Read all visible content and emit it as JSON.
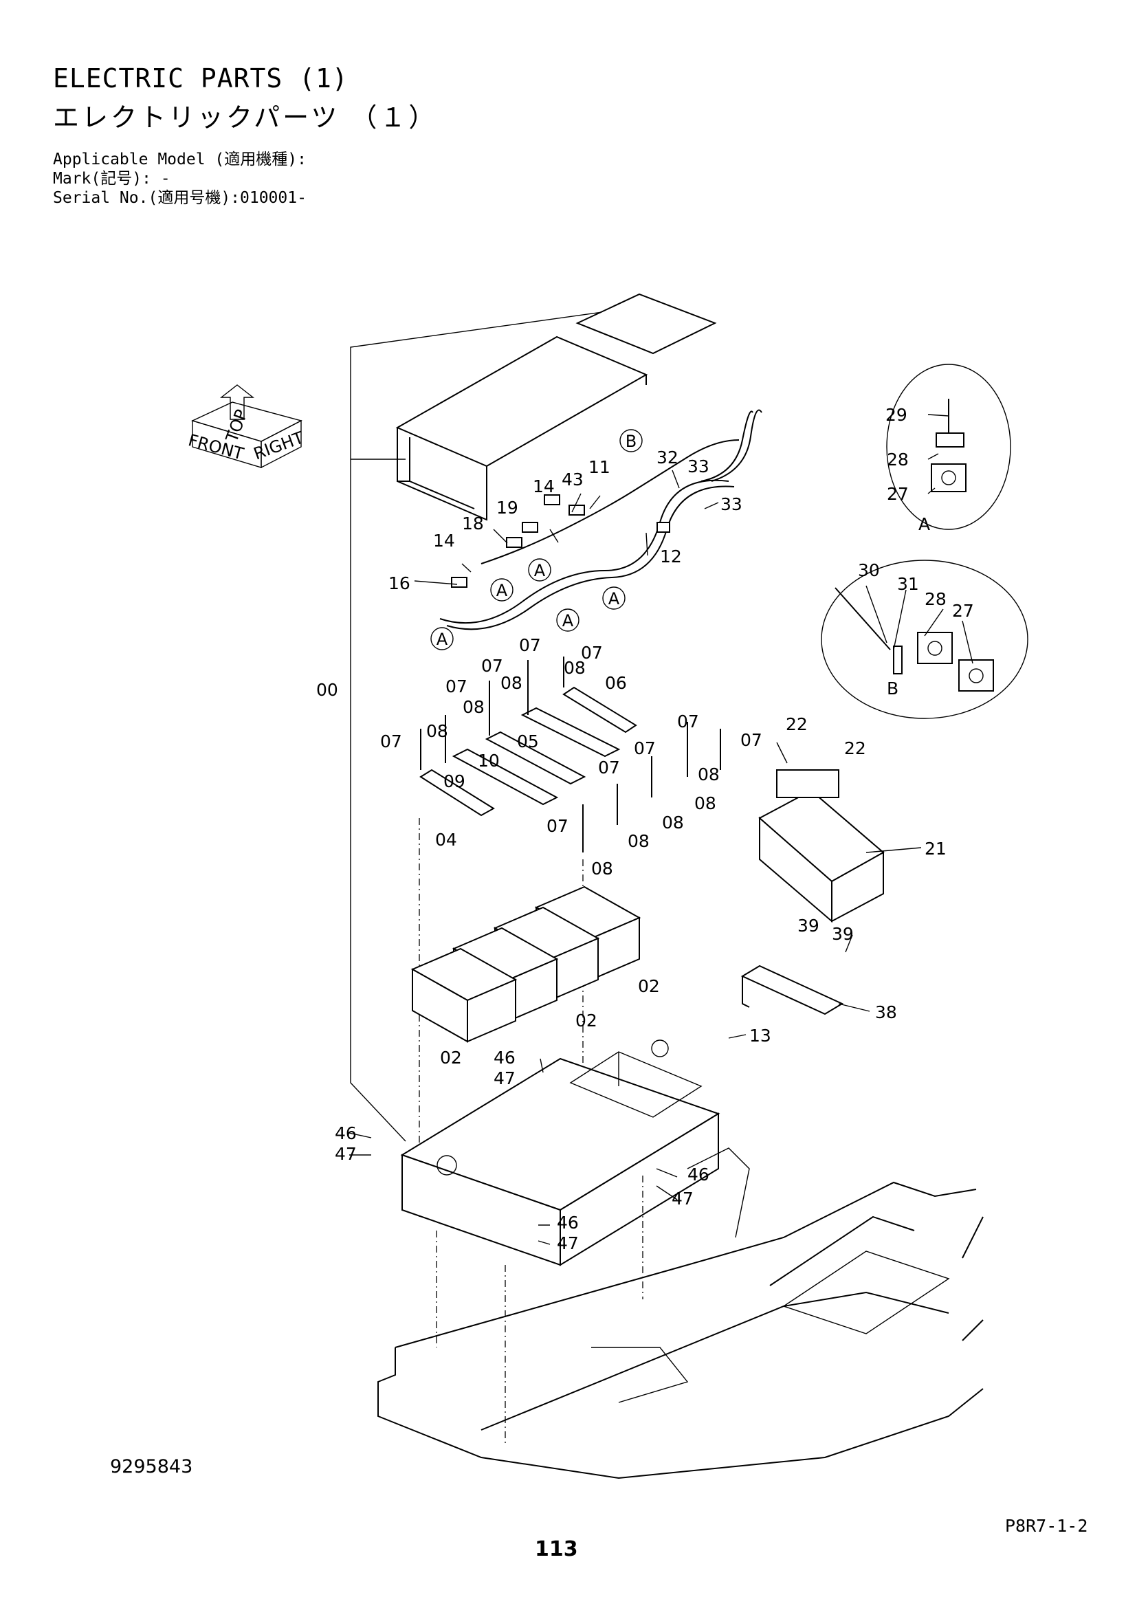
{
  "header": {
    "title_en": "ELECTRIC PARTS (1)",
    "title_jp": "エレクトリックパーツ  （１）",
    "model_line": "Applicable Model (適用機種):",
    "mark_line": "Mark(記号): -",
    "serial_line": "Serial No.(適用号機):010001-"
  },
  "footer": {
    "drawing_number": "9295843",
    "figure_ref": "P8R7-1-2",
    "page_number": "113"
  },
  "orientation_badge": [
    "TOP",
    "FRONT",
    "RIGHT"
  ],
  "detail_labels": {
    "a": "A",
    "b": "B"
  },
  "markers": [
    {
      "label": "B"
    },
    {
      "label": "A"
    },
    {
      "label": "A"
    },
    {
      "label": "A"
    },
    {
      "label": "A"
    },
    {
      "label": "A"
    }
  ],
  "callouts": [
    {
      "label": "29"
    },
    {
      "label": "28"
    },
    {
      "label": "27"
    },
    {
      "label": "30"
    },
    {
      "label": "31"
    },
    {
      "label": "28"
    },
    {
      "label": "27"
    },
    {
      "label": "32"
    },
    {
      "label": "33"
    },
    {
      "label": "33"
    },
    {
      "label": "11"
    },
    {
      "label": "43"
    },
    {
      "label": "14"
    },
    {
      "label": "19"
    },
    {
      "label": "18"
    },
    {
      "label": "14"
    },
    {
      "label": "16"
    },
    {
      "label": "12"
    },
    {
      "label": "07"
    },
    {
      "label": "07"
    },
    {
      "label": "08"
    },
    {
      "label": "06"
    },
    {
      "label": "07"
    },
    {
      "label": "08"
    },
    {
      "label": "07"
    },
    {
      "label": "08"
    },
    {
      "label": "07"
    },
    {
      "label": "08"
    },
    {
      "label": "05"
    },
    {
      "label": "10"
    },
    {
      "label": "09"
    },
    {
      "label": "04"
    },
    {
      "label": "07"
    },
    {
      "label": "07"
    },
    {
      "label": "07"
    },
    {
      "label": "07"
    },
    {
      "label": "08"
    },
    {
      "label": "08"
    },
    {
      "label": "08"
    },
    {
      "label": "07"
    },
    {
      "label": "08"
    },
    {
      "label": "08"
    },
    {
      "label": "00"
    },
    {
      "label": "22"
    },
    {
      "label": "22"
    },
    {
      "label": "21"
    },
    {
      "label": "02"
    },
    {
      "label": "02"
    },
    {
      "label": "02"
    },
    {
      "label": "39"
    },
    {
      "label": "39"
    },
    {
      "label": "38"
    },
    {
      "label": "13"
    },
    {
      "label": "46"
    },
    {
      "label": "47"
    },
    {
      "label": "46"
    },
    {
      "label": "47"
    },
    {
      "label": "46"
    },
    {
      "label": "47"
    },
    {
      "label": "46"
    },
    {
      "label": "47"
    }
  ]
}
